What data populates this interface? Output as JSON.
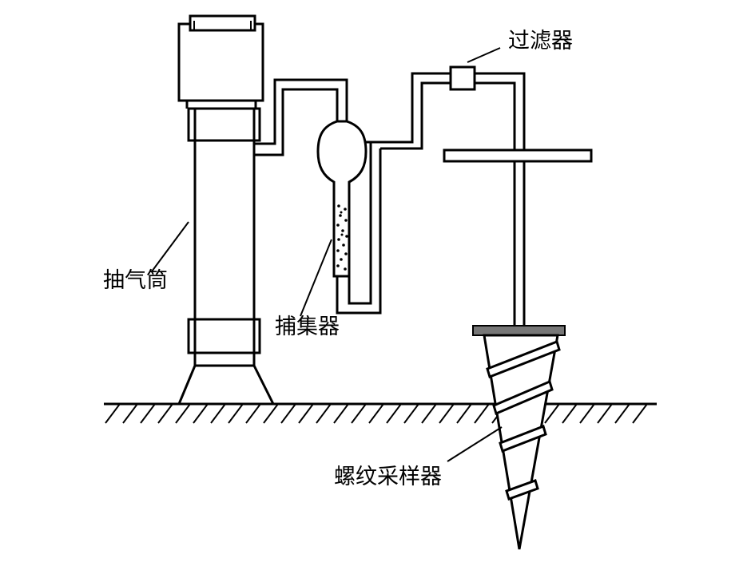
{
  "labels": {
    "pump_cylinder": "抽气筒",
    "collector": "捕集器",
    "filter": "过滤器",
    "spiral_sampler": "螺纹采样器"
  },
  "colors": {
    "line": "#000000",
    "cap_plate": "#777777",
    "background": "#ffffff"
  }
}
